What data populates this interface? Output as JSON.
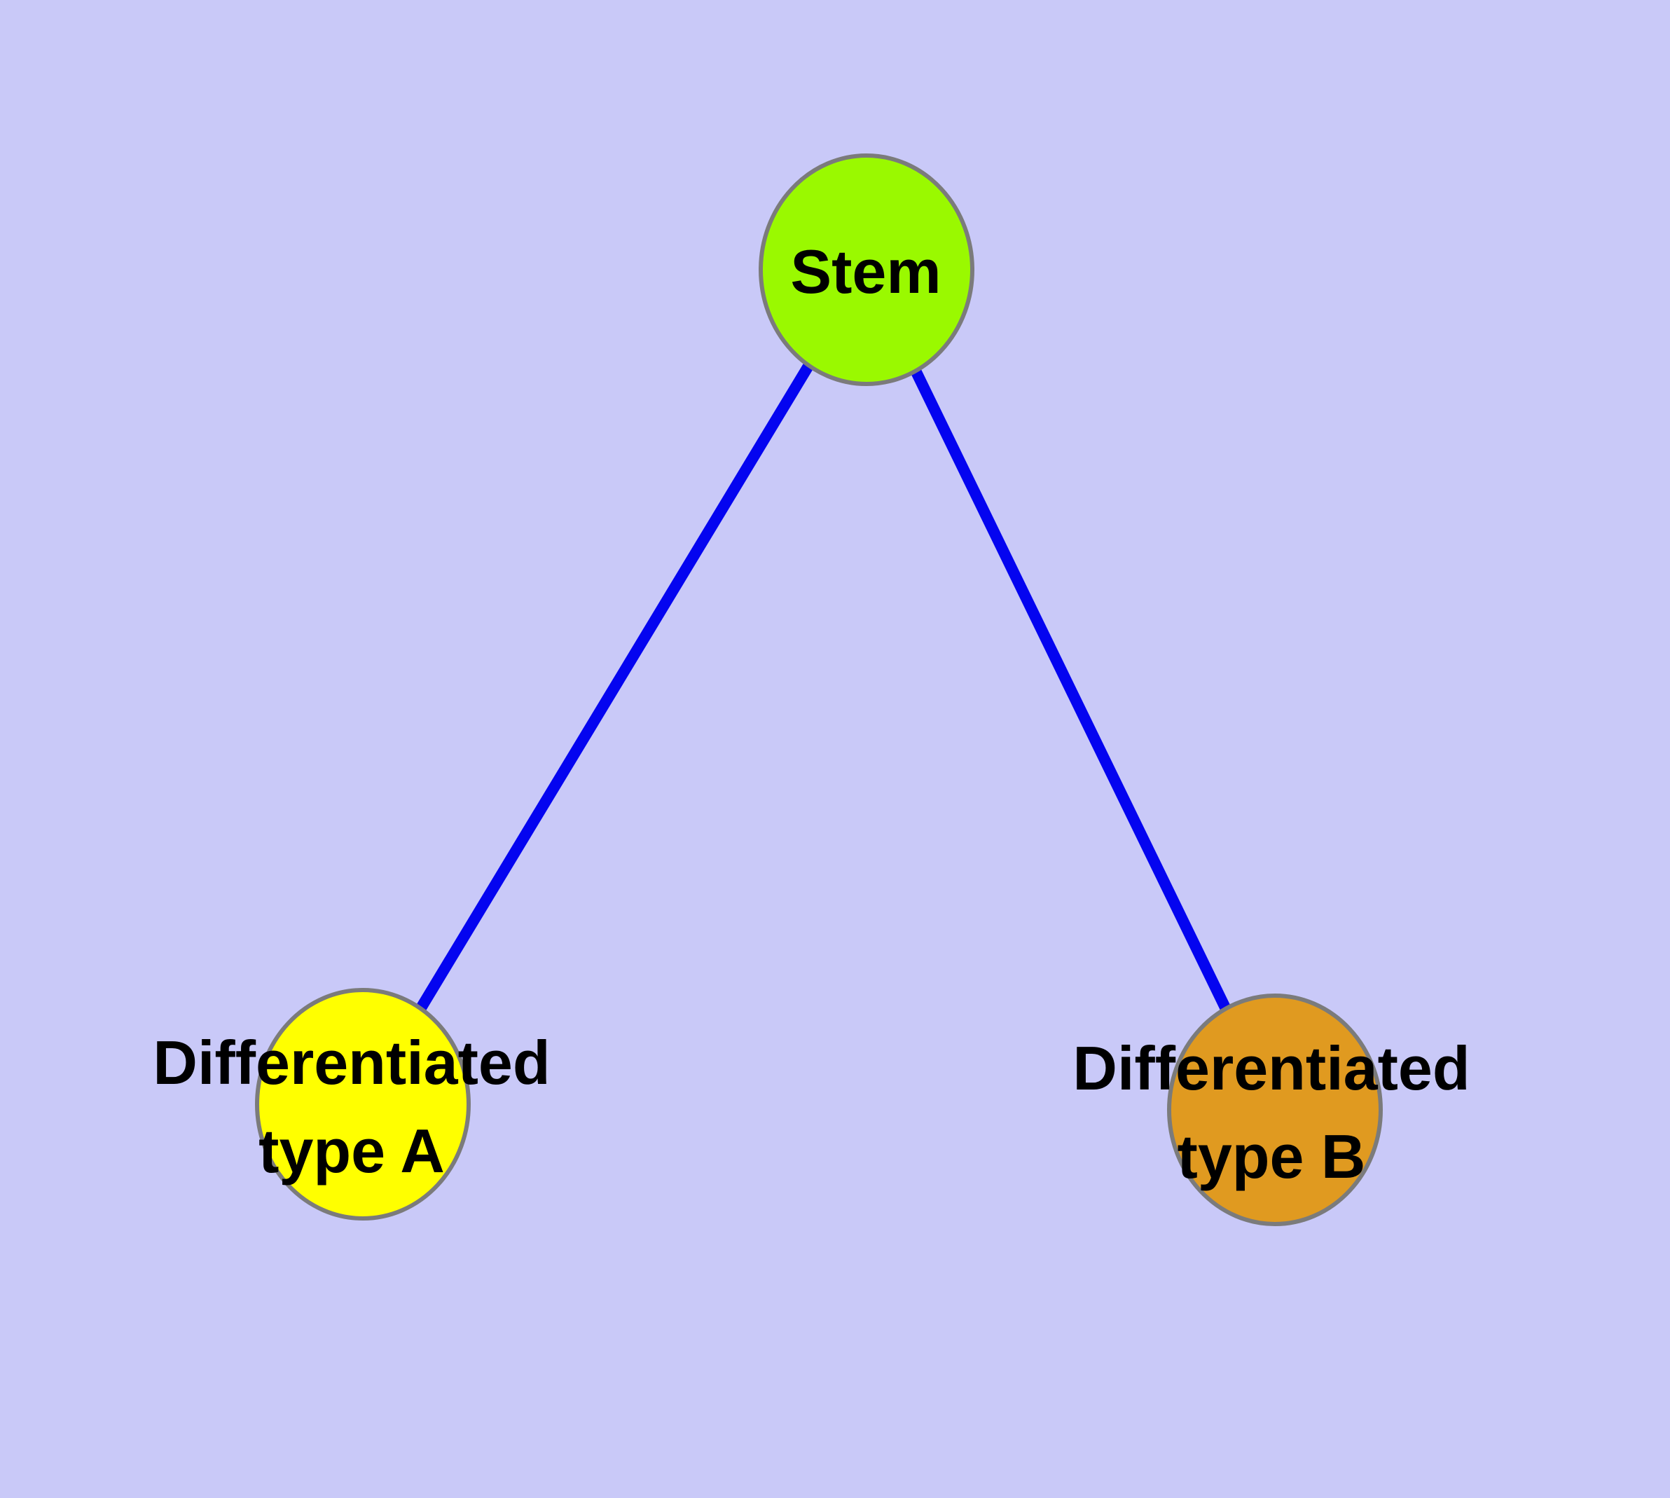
{
  "diagram": {
    "type": "graph",
    "description": "Undirected tree graph of cell differentiation: a Stem node connected to two differentiated cell-type nodes",
    "background_color": "#c9c9f8",
    "colors": {
      "edge": "#0404f0",
      "node_border": "#7b7b7b",
      "label_text": "#000000"
    },
    "nodes": [
      {
        "id": "stem",
        "label": "Stem",
        "label_lines": [
          "Stem"
        ],
        "fill": "#9af900"
      },
      {
        "id": "type-a",
        "label": "Differentiated type A",
        "label_lines": [
          "Differentiated",
          "type A"
        ],
        "fill": "#ffff00"
      },
      {
        "id": "type-b",
        "label": "Differentiated type B",
        "label_lines": [
          "Differentiated",
          "type B"
        ],
        "fill": "#e09a20"
      }
    ],
    "edges": [
      {
        "from": "stem",
        "to": "type-a",
        "color": "#0404f0"
      },
      {
        "from": "stem",
        "to": "type-b",
        "color": "#0404f0"
      }
    ]
  }
}
